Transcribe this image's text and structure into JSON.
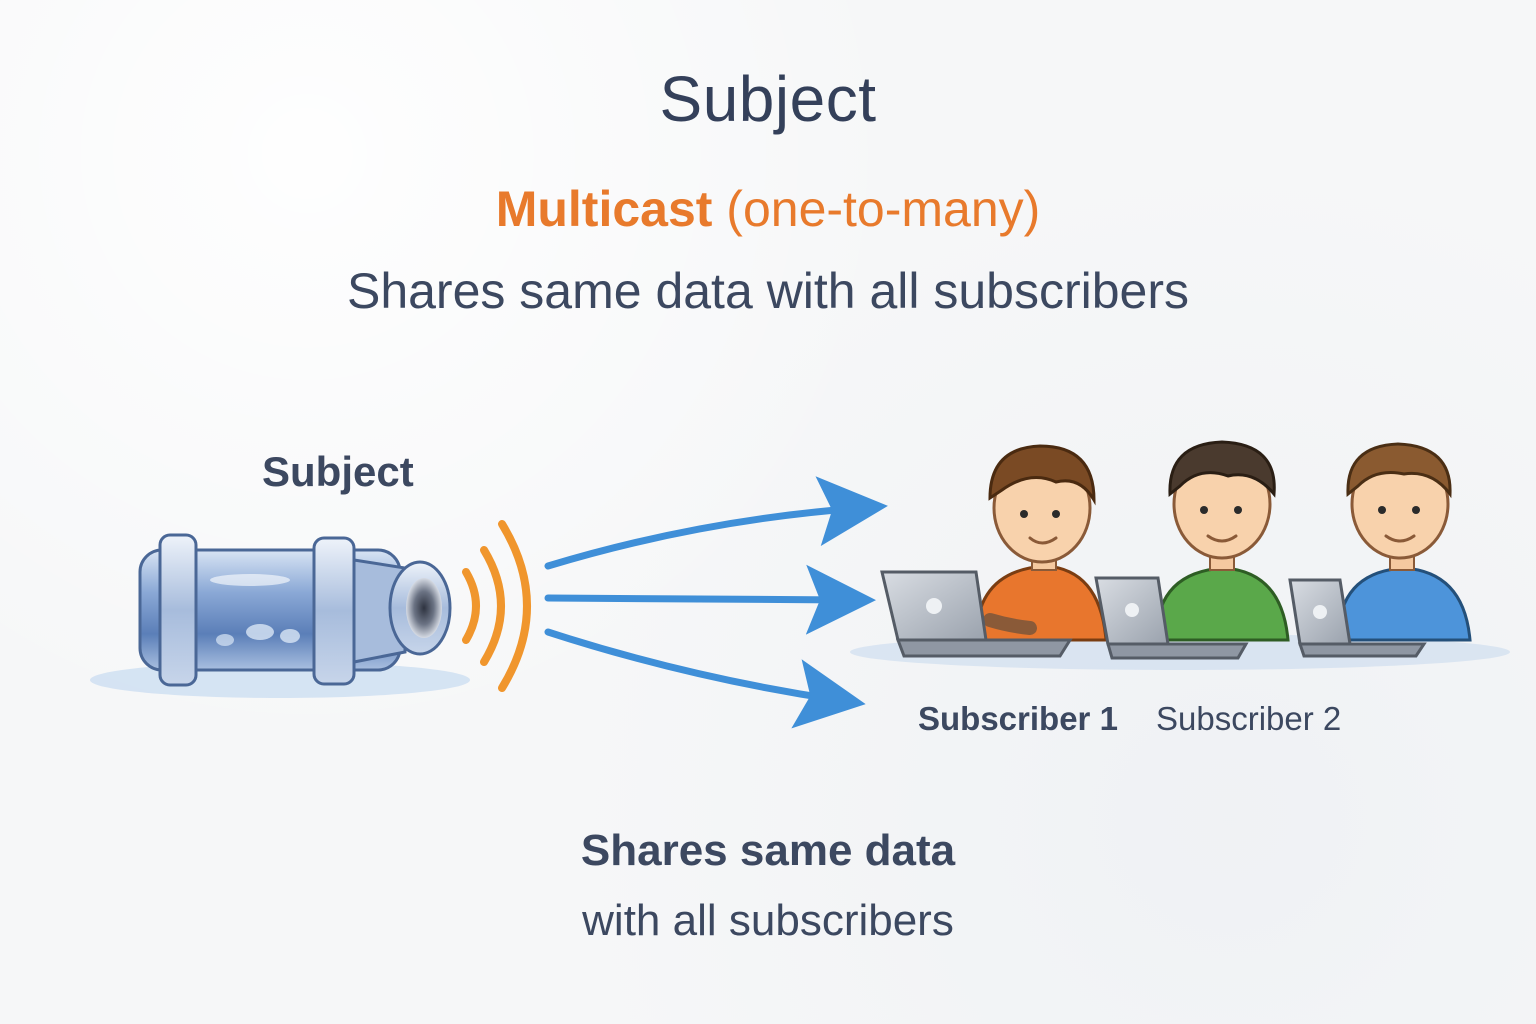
{
  "header": {
    "title": "Subject",
    "subtitle_strong": "Multicast",
    "subtitle_rest": " (one-to-many)",
    "description": "Shares same data with all subscribers"
  },
  "diagram": {
    "subject_label": "Subject",
    "subscribers": [
      {
        "label": "Subscriber 1",
        "shirt_color": "#e8762d"
      },
      {
        "label": "Subscriber 2",
        "shirt_color": "#5aa84a"
      },
      {
        "label": "",
        "shirt_color": "#4d94da"
      }
    ],
    "arrow_color": "#3f8fd8",
    "wave_color": "#f0962d",
    "pipe_color": "#6a8fc8"
  },
  "footer": {
    "line1": "Shares same data",
    "line2": "with all subscribers"
  }
}
